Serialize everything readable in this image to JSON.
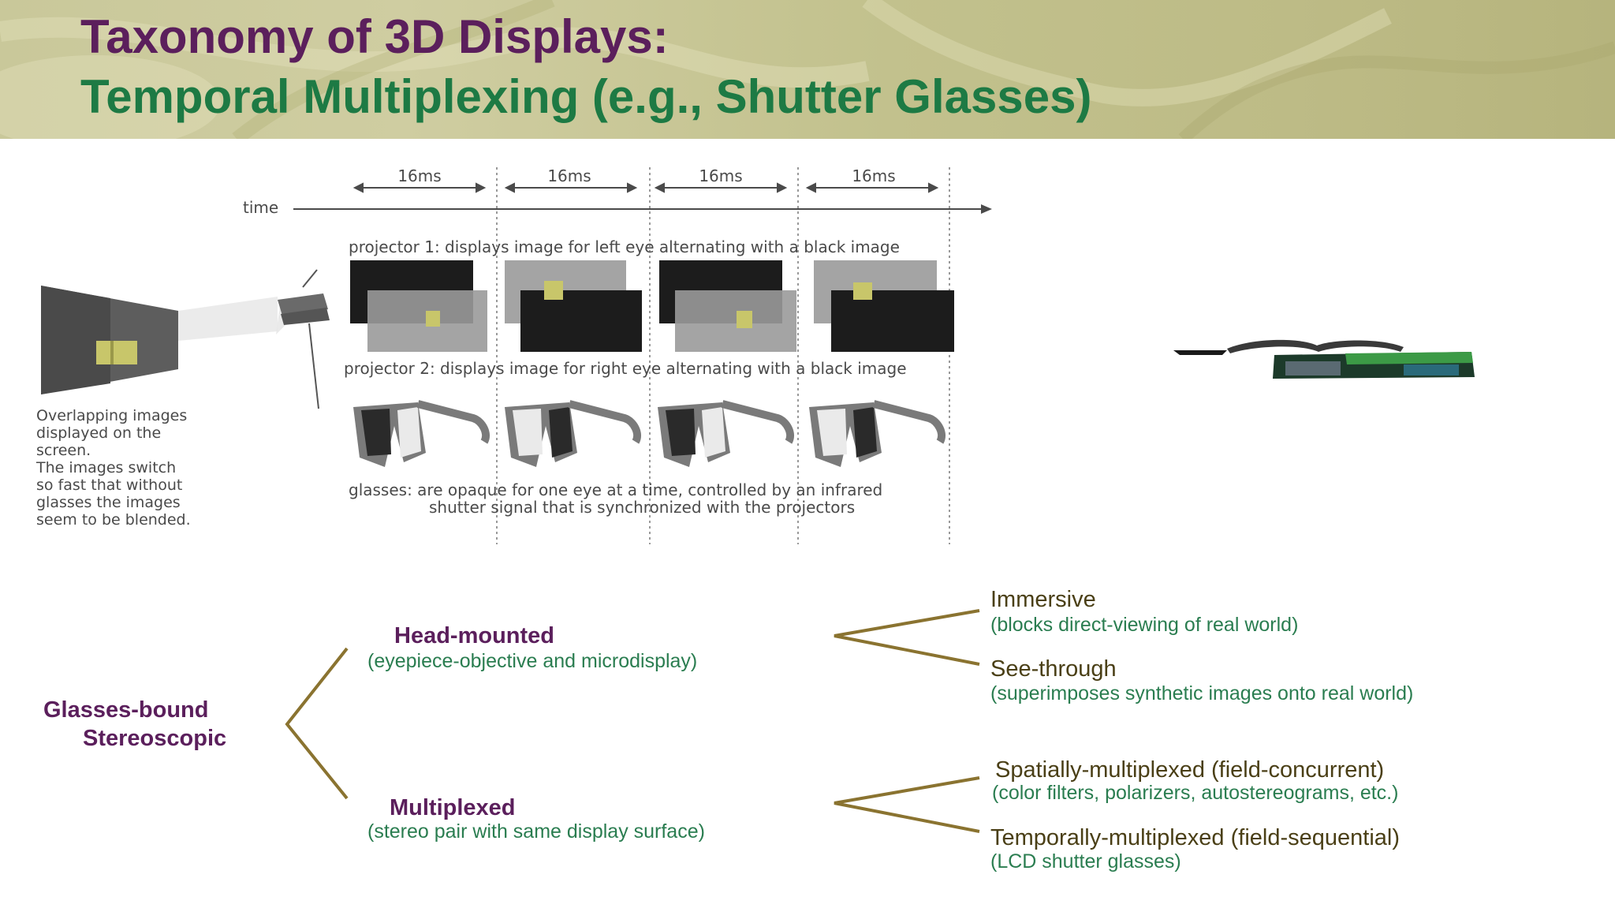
{
  "slide": {
    "title_line1": "Taxonomy of 3D Displays:",
    "title_line2": "Temporal Multiplexing (e.g., Shutter Glasses)"
  },
  "figure": {
    "time_label": "time",
    "interval_labels": [
      "16ms",
      "16ms",
      "16ms",
      "16ms"
    ],
    "projector1_caption": "projector 1: displays image for left eye alternating with a black image",
    "projector2_caption": "projector 2: displays image for right eye alternating with a black image",
    "glasses_caption_line1": "glasses: are opaque for one eye at a time, controlled by an infrared",
    "glasses_caption_line2": "shutter signal that is synchronized with the projectors",
    "screen_caption": [
      "Overlapping images",
      "displayed on the",
      "screen.",
      "The images switch",
      "so fast that without",
      "glasses the images",
      "seem to be blended."
    ]
  },
  "taxonomy": {
    "root": {
      "line1": "Glasses-bound",
      "line2": "Stereoscopic"
    },
    "head_mounted": {
      "title": "Head-mounted",
      "subtitle": "(eyepiece-objective and microdisplay)"
    },
    "multiplexed": {
      "title": "Multiplexed",
      "subtitle": "(stereo pair with same display surface)"
    },
    "immersive": {
      "title": "Immersive",
      "subtitle": "(blocks direct-viewing of real world)"
    },
    "see_through": {
      "title": "See-through",
      "subtitle": "(superimposes synthetic images onto real world)"
    },
    "spatially": {
      "title": "Spatially-multiplexed (field-concurrent)",
      "subtitle": "(color filters, polarizers, autostereograms, etc.)"
    },
    "temporally": {
      "title": "Temporally-multiplexed (field-sequential)",
      "subtitle": "(LCD shutter glasses)"
    }
  },
  "colors": {
    "title_purple": "#5b1f5c",
    "title_green": "#1d7a44",
    "branch_line": "#8a7330",
    "subtitle_green": "#2a7d50"
  }
}
